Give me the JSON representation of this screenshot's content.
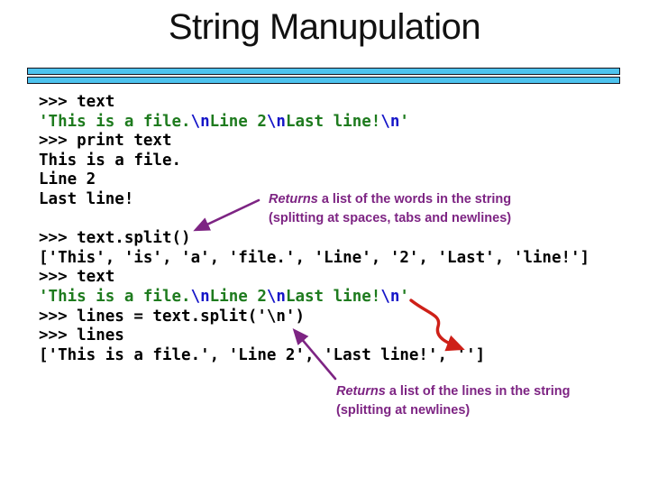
{
  "slide": {
    "title": "String Manupulation",
    "colors": {
      "accent_bar": "#4dc3ee",
      "code_text": "#000000",
      "string_text": "#1e7b1e",
      "escape_text": "#1515c8",
      "annotation_purple": "#7d2483",
      "arrow_red": "#ce2018"
    }
  },
  "code_block": {
    "lines": [
      [
        {
          "t": ">>> text",
          "c": "code"
        }
      ],
      [
        {
          "t": "'This is a file.",
          "c": "string"
        },
        {
          "t": "\\n",
          "c": "escape"
        },
        {
          "t": "Line 2",
          "c": "string"
        },
        {
          "t": "\\n",
          "c": "escape"
        },
        {
          "t": "Last line!",
          "c": "string"
        },
        {
          "t": "\\n",
          "c": "escape"
        },
        {
          "t": "'",
          "c": "string"
        }
      ],
      [
        {
          "t": ">>> print text",
          "c": "code"
        }
      ],
      [
        {
          "t": "This is a file.",
          "c": "code"
        }
      ],
      [
        {
          "t": "Line 2",
          "c": "code"
        }
      ],
      [
        {
          "t": "Last line!",
          "c": "code"
        }
      ],
      [],
      [
        {
          "t": ">>> text.split()",
          "c": "code"
        }
      ],
      [
        {
          "t": "['This', 'is', 'a', 'file.', 'Line', '2', 'Last', 'line!']",
          "c": "code"
        }
      ],
      [
        {
          "t": ">>> text",
          "c": "code"
        }
      ],
      [
        {
          "t": "'This is a file.",
          "c": "string"
        },
        {
          "t": "\\n",
          "c": "escape"
        },
        {
          "t": "Line 2",
          "c": "string"
        },
        {
          "t": "\\n",
          "c": "escape"
        },
        {
          "t": "Last line!",
          "c": "string"
        },
        {
          "t": "\\n",
          "c": "escape"
        },
        {
          "t": "'",
          "c": "string"
        }
      ],
      [
        {
          "t": ">>> lines = text.split('\\n')",
          "c": "code"
        }
      ],
      [
        {
          "t": ">>> lines",
          "c": "code"
        }
      ],
      [
        {
          "t": "['This is a file.', 'Line 2', 'Last line!', '']",
          "c": "code"
        }
      ]
    ]
  },
  "annotations": [
    {
      "italic": "Returns",
      "line1_rest": " a list of the words in the string",
      "line2": "(splitting at spaces, tabs and newlines)"
    },
    {
      "italic": "Returns",
      "line1_rest": " a list of the lines in the string",
      "line2": "(splitting at newlines)"
    }
  ]
}
